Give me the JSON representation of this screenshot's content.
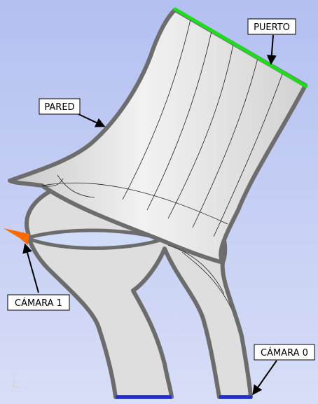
{
  "labels": {
    "puerto": "PUERTO",
    "pared": "PARED",
    "camara1": "CÁMARA 1",
    "camara0": "CÁMARA 0"
  },
  "axes": {
    "y": "Y",
    "z": "Z",
    "x": "X"
  },
  "colors": {
    "background_top": "#b4c1f2",
    "background_bottom": "#d6dcf6",
    "wall_outline": "#6d6d6d",
    "body_fill": "#dcdcdc",
    "port_edge": "#22dd22",
    "chamber1_marker": "#ff6a00",
    "chamber0_edge": "#1f2fd0"
  }
}
